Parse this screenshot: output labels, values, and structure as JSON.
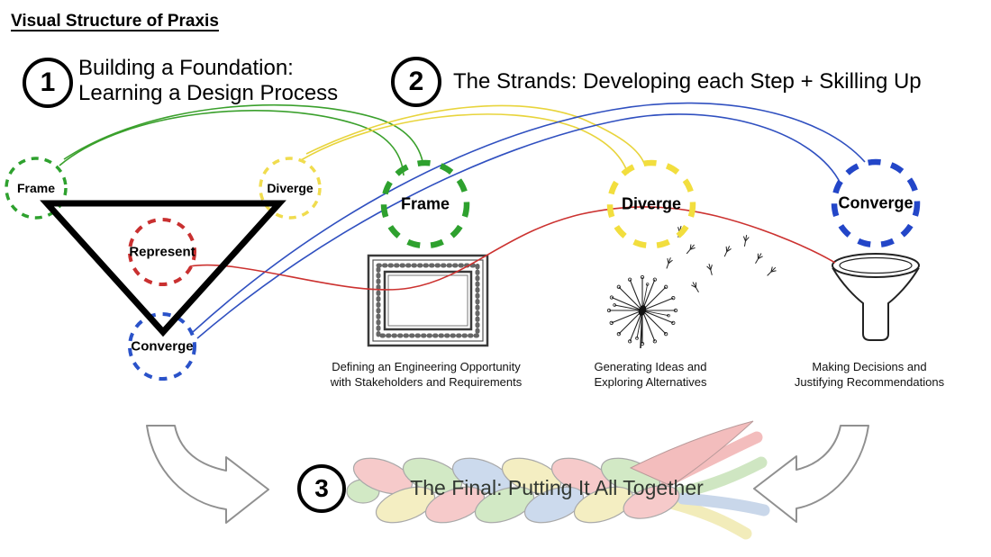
{
  "header": {
    "title": "Visual Structure of Praxis"
  },
  "steps": {
    "step1": {
      "number": "1",
      "line1": "Building a Foundation:",
      "line2": "Learning a Design Process"
    },
    "step2": {
      "number": "2",
      "label": "The Strands: Developing each Step + Skilling Up"
    },
    "step3": {
      "number": "3",
      "label": "The Final: Putting It All Together"
    }
  },
  "foundation_triangle": {
    "shape": "inverted-triangle",
    "nodes": [
      {
        "label": "Frame",
        "color": "#2ea12e",
        "position": "top-left"
      },
      {
        "label": "Diverge",
        "color": "#f0dc4e",
        "position": "top-right"
      },
      {
        "label": "Represent",
        "color": "#c93030",
        "position": "center"
      },
      {
        "label": "Converge",
        "color": "#2a52c9",
        "position": "bottom"
      }
    ]
  },
  "strands": [
    {
      "label": "Frame",
      "color": "#2ea12e",
      "icon": "picture-frame-icon",
      "caption_line1": "Defining an Engineering Opportunity",
      "caption_line2": "with Stakeholders and Requirements"
    },
    {
      "label": "Diverge",
      "color": "#f2de3e",
      "icon": "dandelion-icon",
      "caption_line1": "Generating Ideas and",
      "caption_line2": "Exploring Alternatives"
    },
    {
      "label": "Converge",
      "color": "#2346c8",
      "icon": "funnel-icon",
      "caption_line1": "Making Decisions and",
      "caption_line2": "Justifying Recommendations"
    }
  ],
  "connectors": {
    "frame_line_color": "#3aa02c",
    "diverge_line_color": "#e8d43c",
    "converge_line_color": "#3050c0",
    "represent_line_color": "#cc3230"
  },
  "decorations": {
    "arrow_color": "#909090",
    "braid_colors": [
      "#f4eec2",
      "#f6caca",
      "#d2e9c5",
      "#ccdaed"
    ],
    "braid_icon": "braid-rope-icon",
    "left_arrow": "curved-arrow-right-icon",
    "right_arrow": "curved-arrow-left-icon"
  }
}
